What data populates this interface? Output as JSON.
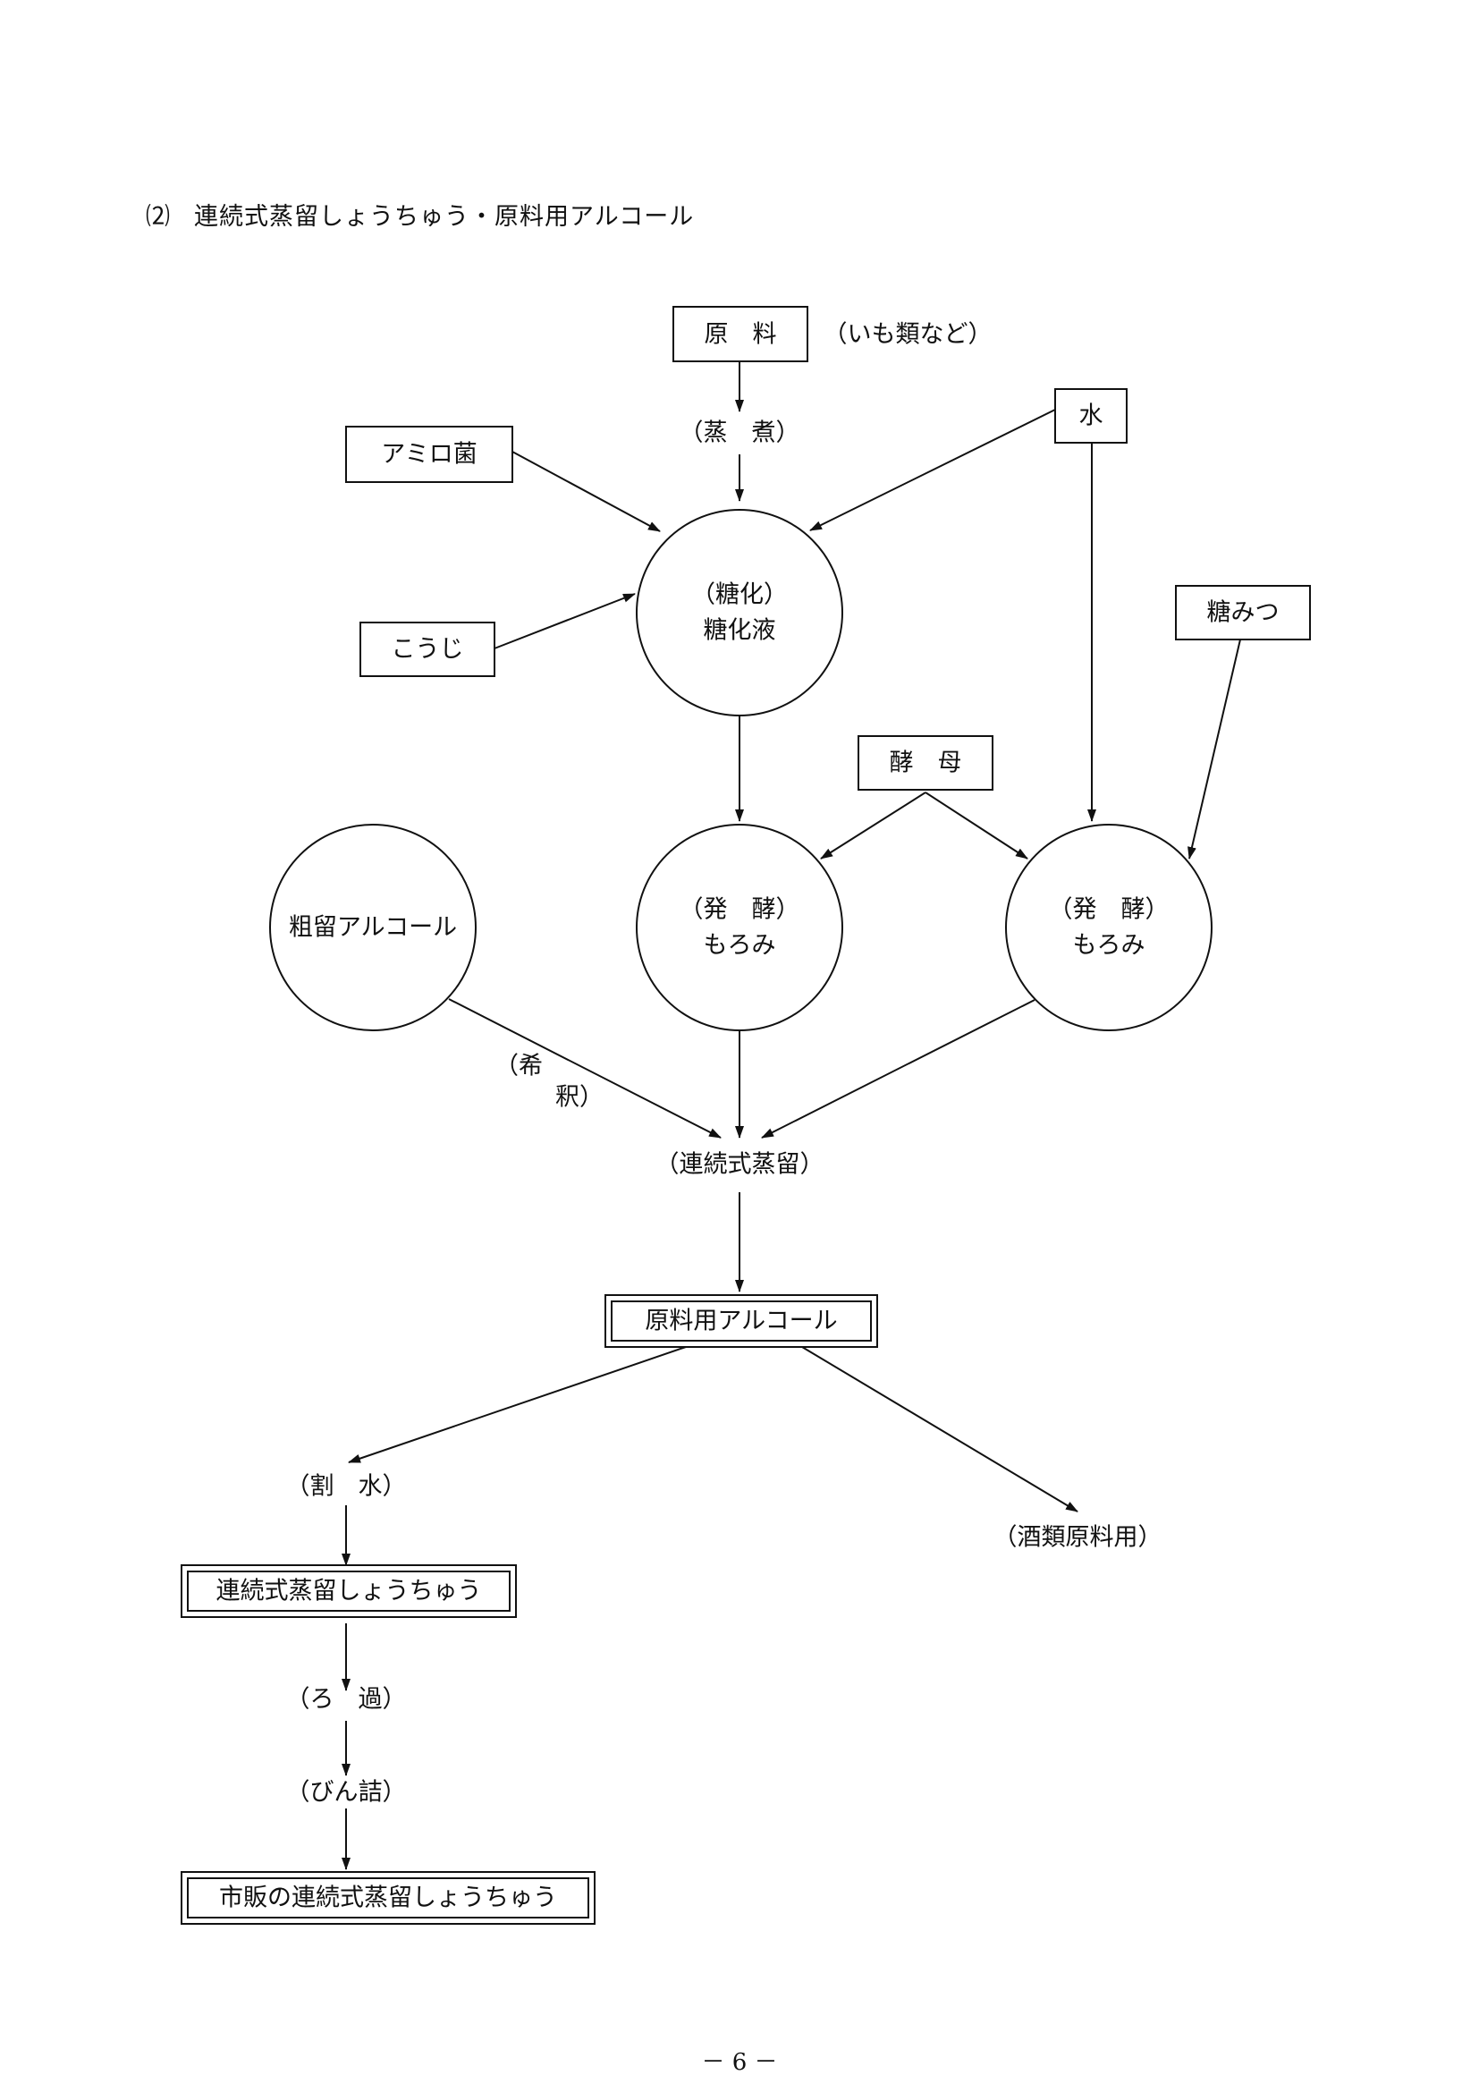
{
  "heading": {
    "number": "⑵",
    "title": "連続式蒸留しょうちゅう・原料用アルコール"
  },
  "nodes": {
    "raw_material": "原　料",
    "raw_material_note": "（いも類など）",
    "steaming": "（蒸　煮）",
    "water": "水",
    "amylo": "アミロ菌",
    "koji": "こうじ",
    "saccharify_step": "（糖化）",
    "saccharified_liquid": "糖化液",
    "molasses": "糖みつ",
    "yeast": "酵　母",
    "crude_alcohol": "粗留アルコール",
    "ferment_step_1": "（発　酵）",
    "moromi_1": "もろみ",
    "ferment_step_2": "（発　酵）",
    "moromi_2": "もろみ",
    "dilute_top": "（希",
    "dilute_bottom": "釈）",
    "continuous_distill": "（連続式蒸留）",
    "raw_alcohol": "原料用アルコール",
    "water_add": "（割　水）",
    "liquor_raw": "（酒類原料用）",
    "shochu": "連続式蒸留しょうちゅう",
    "filtration": "（ろ　過）",
    "bottling": "（びん詰）",
    "retail_shochu": "市販の連続式蒸留しょうちゅう"
  },
  "page_number": "－ 6 －"
}
